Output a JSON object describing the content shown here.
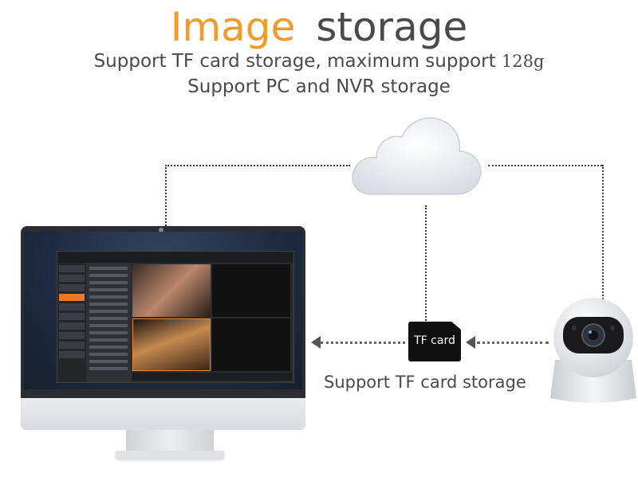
{
  "header": {
    "title_part1": "Image",
    "title_part2": "storage",
    "line1_text": "Support TF card storage, maximum support",
    "line1_capacity": "128g",
    "line2_text": "Support PC and NVR storage"
  },
  "tf_card": {
    "label": "TF card",
    "caption": "Support TF card storage"
  },
  "colors": {
    "accent": "#f39a2a",
    "text": "#4a4a4a",
    "screen_highlight": "#e8792c"
  },
  "icons": [
    "cloud-icon",
    "monitor-icon",
    "tf-card-icon",
    "camera-icon",
    "arrow-left-icon"
  ]
}
